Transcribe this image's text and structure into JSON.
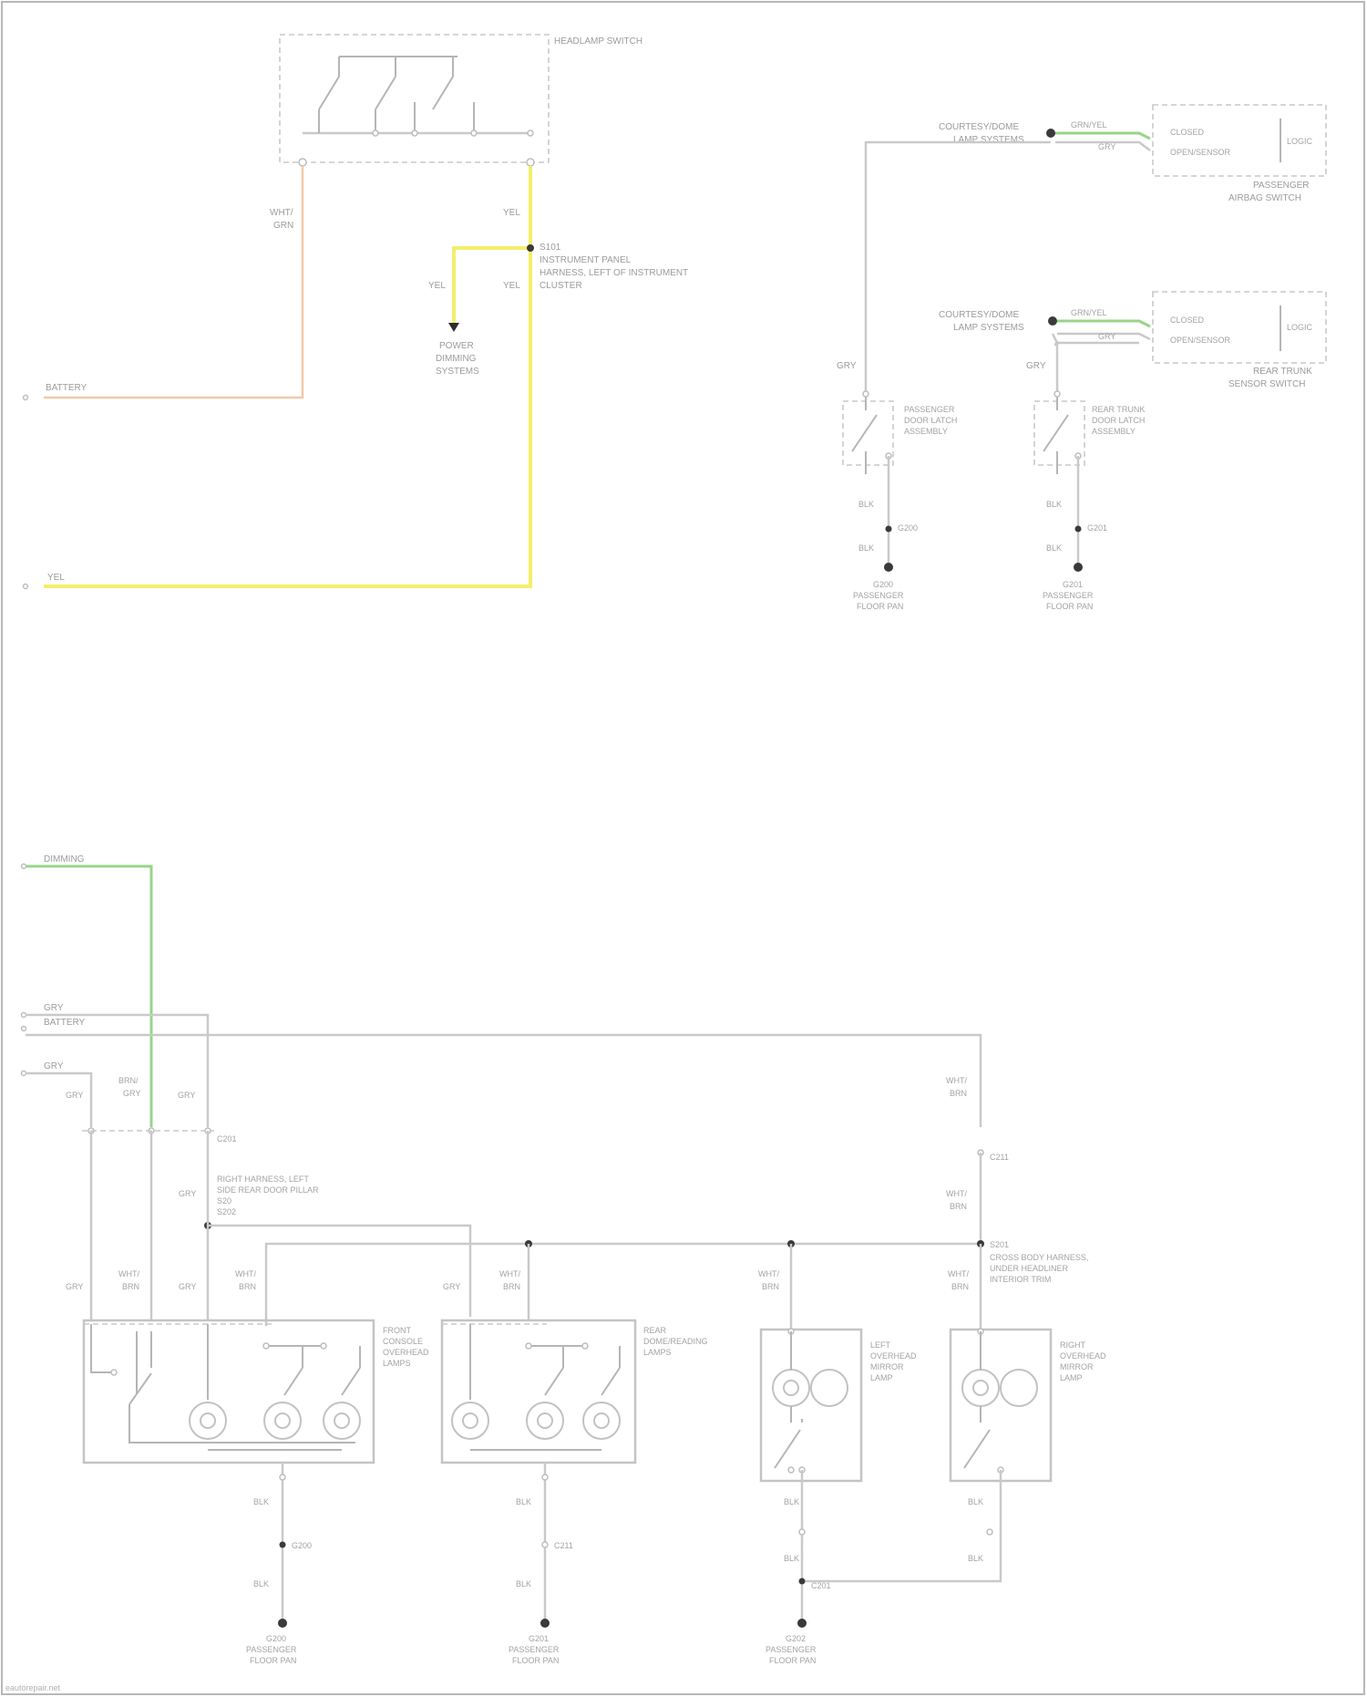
{
  "diagram": {
    "colors": {
      "wire_default": "#c9c9c9",
      "wire_battery": "#f2c9a8",
      "wire_yellow": "#f3ee6a",
      "wire_green": "#98d48a"
    },
    "top_left": {
      "headlamp_switch": "HEADLAMP SWITCH",
      "wire_battery_top": "WHT/",
      "wire_battery_top2": "GRN",
      "wire_yel_1": "YEL",
      "wire_yel_2": "YEL",
      "wire_yel_3": "YEL",
      "splice": "S101",
      "splice_desc1": "INSTRUMENT PANEL",
      "splice_desc2": "HARNESS, LEFT OF INSTRUMENT",
      "splice_desc3": "CLUSTER",
      "ground_desc1": "POWER",
      "ground_desc2": "DIMMING",
      "ground_desc3": "SYSTEMS",
      "input_battery": "BATTERY",
      "input_yel": "YEL"
    },
    "top_right": {
      "module_desc1": "COURTESY/DOME",
      "module_desc2": "LAMP SYSTEMS",
      "wire_grn_1": "GRN/YEL",
      "wire_grn_2": "GRY",
      "sensor_line1": "CLOSED",
      "sensor_line2": "OPEN/SENSOR",
      "sensor_logic": "LOGIC",
      "sensor_name1": "PASSENGER",
      "sensor_name2": "AIRBAG SWITCH",
      "module2_desc1": "COURTESY/DOME",
      "module2_desc2": "LAMP SYSTEMS",
      "wire2_grn": "GRN/YEL",
      "wire2_gry": "GRY",
      "sensor2_name1": "REAR TRUNK",
      "sensor2_name2": "SENSOR SWITCH",
      "wire_left": "GRY",
      "wire_right": "GRY",
      "switch1_1": "PASSENGER",
      "switch1_2": "DOOR LATCH",
      "switch1_3": "ASSEMBLY",
      "switch2_1": "REAR TRUNK",
      "switch2_2": "DOOR LATCH",
      "switch2_3": "ASSEMBLY",
      "w_blk_1": "BLK",
      "w_blk_2": "BLK",
      "g_label_1": "G200",
      "g_label_2": "G201",
      "g_blk_1": "BLK",
      "g_blk_2": "BLK",
      "ground1_1": "G200",
      "ground1_2": "PASSENGER",
      "ground1_3": "FLOOR PAN",
      "ground2_1": "G201",
      "ground2_2": "PASSENGER",
      "ground2_3": "FLOOR PAN"
    },
    "bottom": {
      "input_dimming": "DIMMING",
      "input_gry": "GRY",
      "input_battery": "BATTERY",
      "input_gry2": "GRY",
      "w1": "GRY",
      "w2": "BRN/",
      "w2b": "GRY",
      "w3": "GRY",
      "c1": "C201",
      "w4a": "WHT/",
      "w4b": "BRN",
      "c2": "C211",
      "w5a": "WHT/",
      "w5b": "BRN",
      "s_splice": "S202",
      "s_desc1": "RIGHT HARNESS, LEFT",
      "s_desc2": "SIDE REAR DOOR PILLAR",
      "s_desc3": "S20",
      "w_gry_mid": "GRY",
      "right_splice": "S201",
      "right_desc1": "CROSS BODY HARNESS,",
      "right_desc2": "UNDER HEADLINER",
      "right_desc3": "INTERIOR TRIM",
      "m1_w1": "GRY",
      "m1_w2a": "WHT/",
      "m1_w2b": "BRN",
      "m1_w3": "GRY",
      "m1_w4a": "WHT/",
      "m1_w4b": "BRN",
      "m2_w1": "GRY",
      "m2_w2a": "WHT/",
      "m2_w2b": "BRN",
      "m3_wa": "WHT/",
      "m3_wb": "BRN",
      "m4_wa": "WHT/",
      "m4_wb": "BRN",
      "module1_1": "FRONT",
      "module1_2": "CONSOLE",
      "module1_3": "OVERHEAD",
      "module1_4": "LAMPS",
      "module2_1": "REAR",
      "module2_2": "DOME/READING",
      "module2_3": "LAMPS",
      "lamp3_1": "LEFT",
      "lamp3_2": "OVERHEAD",
      "lamp3_3": "MIRROR",
      "lamp3_4": "LAMP",
      "lamp4_1": "RIGHT",
      "lamp4_2": "OVERHEAD",
      "lamp4_3": "MIRROR",
      "lamp4_4": "LAMP",
      "g1_w1": "BLK",
      "g1_c": "G200",
      "g1_w2": "BLK",
      "g2_w1": "BLK",
      "g2_c": "C211",
      "g2_w2": "BLK",
      "g3_w1": "BLK",
      "g3_w2": "BLK",
      "g3_c": "C201",
      "g4_w1": "BLK",
      "g4_w2": "BLK",
      "gnd1_1": "G200",
      "gnd1_2": "PASSENGER",
      "gnd1_3": "FLOOR PAN",
      "gnd2_1": "G201",
      "gnd2_2": "PASSENGER",
      "gnd2_3": "FLOOR PAN",
      "gnd3_1": "G202",
      "gnd3_2": "PASSENGER",
      "gnd3_3": "FLOOR PAN"
    },
    "credit": "eautorepair.net"
  }
}
